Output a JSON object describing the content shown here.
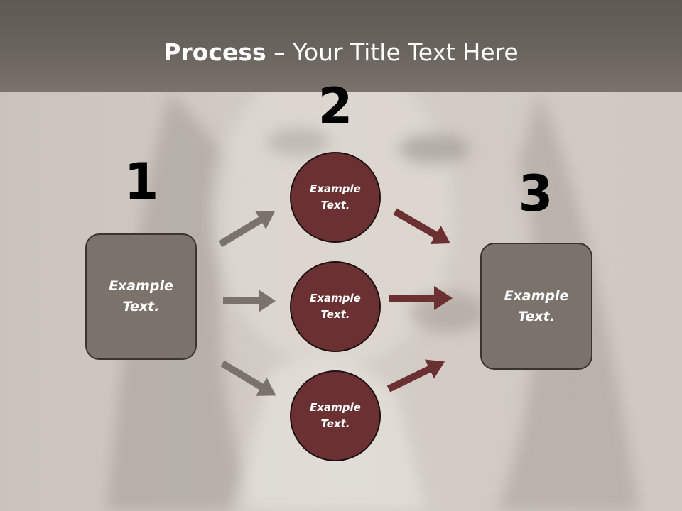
{
  "title": {
    "bold": "Process",
    "rest": " – Your Title Text Here"
  },
  "steps": {
    "one": "1",
    "two": "2",
    "three": "3"
  },
  "left_box": {
    "text": "Example\nText."
  },
  "right_box": {
    "text": "Example\nText."
  },
  "circles": [
    {
      "text": "Example\nText."
    },
    {
      "text": "Example\nText."
    },
    {
      "text": "Example\nText."
    }
  ],
  "colors": {
    "box_fill": "#7b726b",
    "circle_fill": "#6b3132",
    "gray_arrow": "#7b726b",
    "red_arrow": "#6b3132",
    "title_bar": "#655f59"
  }
}
